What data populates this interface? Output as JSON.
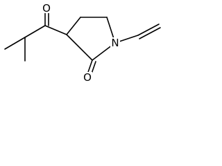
{
  "molecule": {
    "atoms": {
      "ketone_oxygen": "O",
      "lactam_oxygen": "O",
      "ring_nitrogen": "N"
    },
    "colors": {
      "bond": "#000000",
      "label": "#000000",
      "background": "#ffffff"
    }
  }
}
